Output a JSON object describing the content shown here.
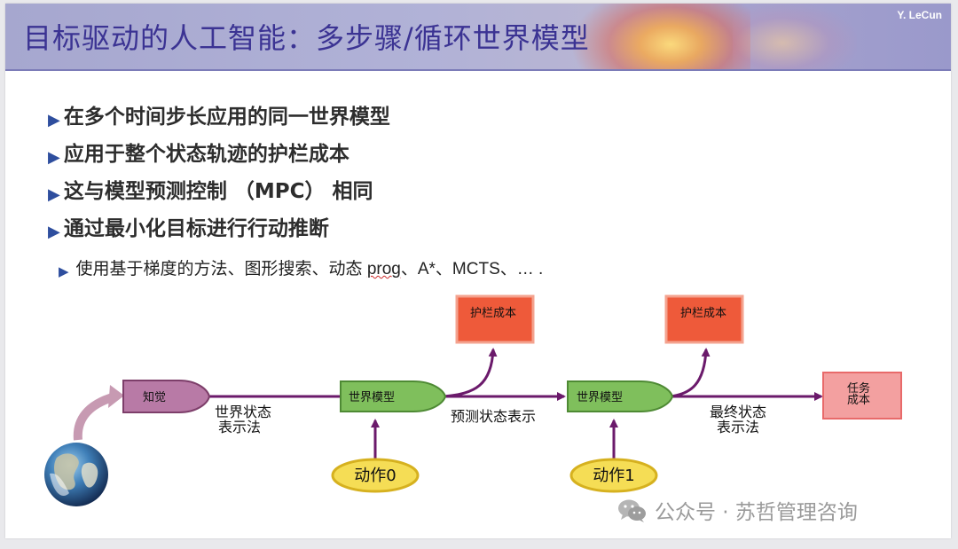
{
  "header": {
    "title": "目标驱动的人工智能：多步骤/循环世界模型",
    "author": "Y. LeCun"
  },
  "bullets": [
    "在多个时间步长应用的同一世界模型",
    "应用于整个状态轨迹的护栏成本",
    "这与模型预测控制 （MPC） 相同",
    "通过最小化目标进行行动推断"
  ],
  "sub_bullet": {
    "before": "使用基于梯度的方法、图形搜索、动态 ",
    "underlined": "prog",
    "after": "、A*、MCTS、… ."
  },
  "diagram": {
    "perception": "知觉",
    "world_model_1": "世界模型",
    "world_model_2": "世界模型",
    "guardrail_cost_1": "护栏成本",
    "guardrail_cost_2": "护栏成本",
    "task_cost_line1": "任务",
    "task_cost_line2": "成本",
    "action_0": "动作0",
    "action_1": "动作1",
    "world_state_line1": "世界状态",
    "world_state_line2": "表示法",
    "predicted_state": "预测状态表示",
    "final_state_line1": "最终状态",
    "final_state_line2": "表示法",
    "globe_icon": "earth-globe-icon"
  },
  "colors": {
    "title": "#3b3393",
    "arrow": "#6b1a6b",
    "perception_fill": "#b87aa6",
    "world_model_fill": "#7fbf5c",
    "guardrail_fill": "#ee5a3a",
    "task_cost_fill": "#f3a0a0",
    "action_fill": "#f5dd55"
  },
  "watermark": {
    "icon": "wechat-icon",
    "text": "公众号 · 苏哲管理咨询"
  }
}
